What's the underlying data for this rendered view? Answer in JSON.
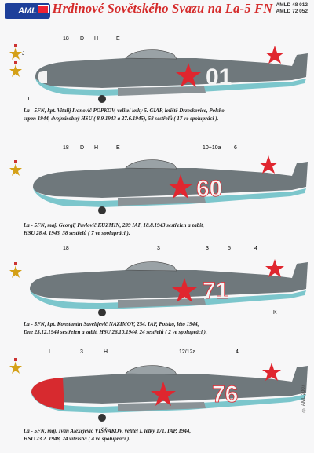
{
  "header": {
    "logo_text": "AML",
    "title": "Hrdinové Sovětského Svazu na La-5 FN",
    "code1": "AMLD 48 012",
    "code2": "AMLD 72 052"
  },
  "aircraft": [
    {
      "tail_number": "01",
      "callouts": [
        "18",
        "D",
        "H",
        "E",
        "J",
        "J"
      ],
      "caption_lines": [
        "La - 5FN, kpt. Vitalij Ivanovič POPKOV, velitel letky 5. GIAP, letiště Drzeskovice, Polsko",
        "srpen 1944, dvojnásobný HSU ( 8.9.1943 a 27.6.1945), 58 sestřelů ( 17 ve spolupráci )."
      ],
      "stars_on_nose": 2
    },
    {
      "tail_number": "60",
      "callouts": [
        "18",
        "D",
        "H",
        "E",
        "10+10a",
        "6"
      ],
      "caption_lines": [
        "La - 5FN, maj. Georgij Pavlovič KUZMIN, 239 IAP, 18.8.1943 sestřelen a zabit,",
        "HSU 28.4. 1943, 38 sestřelů ( 7 ve spolupráci )."
      ],
      "stars_on_nose": 1
    },
    {
      "tail_number": "71",
      "callouts": [
        "18",
        "3",
        "3",
        "5",
        "4",
        "K"
      ],
      "caption_lines": [
        "La - 5FN, kpt. Konstantin Savelijevič NAZIMOV, 254. IAP, Polsko, léto 1944,",
        "Dne 23.12.1944 sestřelen a zabit. HSU 26.10.1944, 24 sestřelů ( 2 ve spolupráci )."
      ],
      "stars_on_nose": 1
    },
    {
      "tail_number": "76",
      "callouts": [
        "I",
        "3",
        "H",
        "12/12a",
        "4"
      ],
      "caption_lines": [
        "La - 5FN, maj. Ivan Alexejevič VIŠŇAKOV, velitel I. letky 171. IAP, 1944,",
        "HSU 23.2. 1948, 24 vítězství ( 4 ve spolupráci )."
      ],
      "stars_on_nose": 1
    }
  ],
  "credit": "© AML 2007",
  "colors": {
    "title_red": "#d52b2b",
    "upper_grey": "#6f787c",
    "under_blue": "#7cc6cc",
    "star_red": "#e0262f",
    "numeral_white": "#f4f4f4"
  }
}
